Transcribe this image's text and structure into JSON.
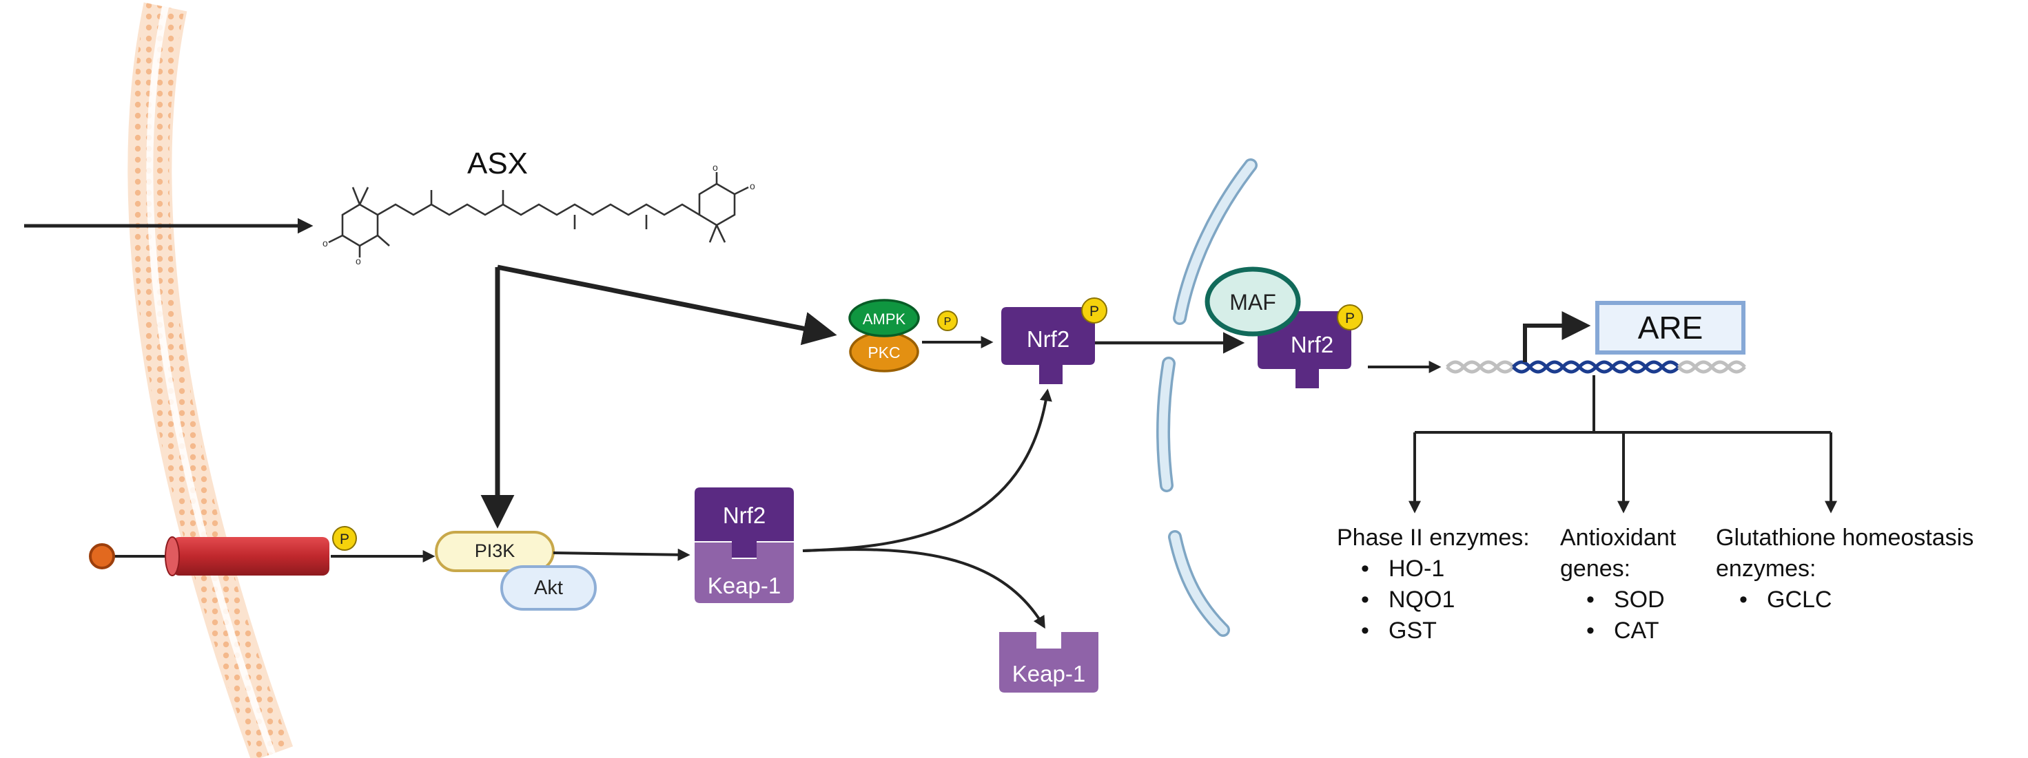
{
  "diagram": {
    "molecule_label": "ASX",
    "kinases": {
      "ampk": "AMPK",
      "pkc": "PKC"
    },
    "phospho_label": "P",
    "nrf2_label": "Nrf2",
    "maf_label": "MAF",
    "pi3k_label": "PI3K",
    "akt_label": "Akt",
    "keap1_label": "Keap-1",
    "are_label": "ARE",
    "gene_groups": [
      {
        "title_lines": [
          "Phase II enzymes:"
        ],
        "items": [
          "HO-1",
          "NQO1",
          "GST"
        ]
      },
      {
        "title_lines": [
          "Antioxidant",
          "genes:"
        ],
        "items": [
          "SOD",
          "CAT"
        ]
      },
      {
        "title_lines": [
          "Glutathione homeostasis",
          "enzymes:"
        ],
        "items": [
          "GCLC"
        ]
      }
    ]
  },
  "colors": {
    "membrane": "#f6c9a3",
    "receptor": "#c0282d",
    "ligand": "#e2691f",
    "phosphate": "#f5d20c",
    "nrf2": "#5a2a82",
    "keap1": "#8f63a8",
    "ampk": "#0f9640",
    "pkc": "#e39012",
    "maf_fill": "#d6eee8",
    "maf_stroke": "#116a5a",
    "pi3k_fill": "#fbf6d1",
    "akt_fill": "#e3eefa",
    "nuclear_envelope": "#cfe1ee",
    "dna_active": "#1c3d8f",
    "dna_inactive": "#bfbfbf",
    "are_fill": "#eaf2fb",
    "are_stroke": "#86a8d6",
    "arrow": "#222222"
  }
}
